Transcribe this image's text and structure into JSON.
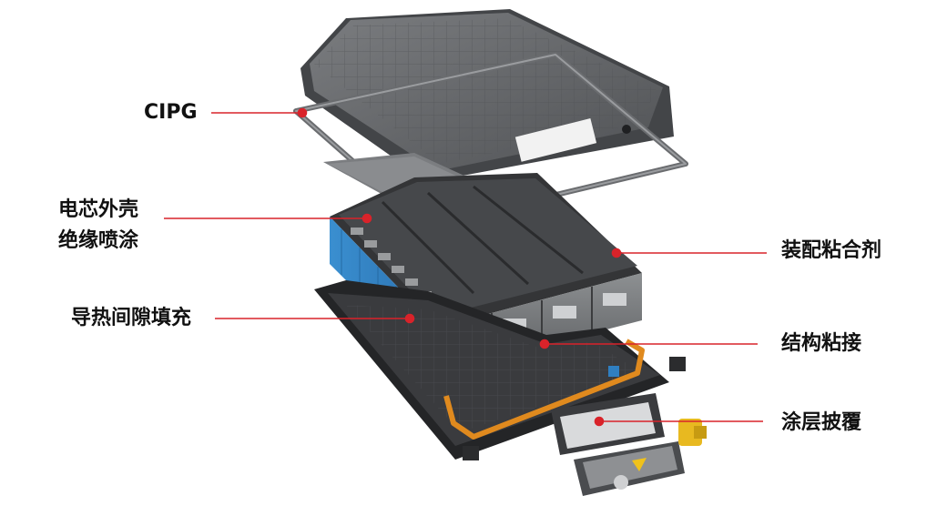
{
  "colors": {
    "leader": "#d9232a",
    "cover": "#5f6164",
    "cover_dark": "#3f4144",
    "module_top": "#3a3b3d",
    "module_blue": "#2f7fc1",
    "tray": "#2b2c2e",
    "strap": "#e08a1e",
    "connector": "#e8b920"
  },
  "labels": {
    "cipg": "CIPG",
    "cell_shell_line1": "电芯外壳",
    "cell_shell_line2": "绝缘喷涂",
    "thermal_gap_fill": "导热间隙填充",
    "assembly_adhesive": "装配粘合剂",
    "structural_bonding": "结构粘接",
    "coating_cover": "涂层披覆"
  }
}
